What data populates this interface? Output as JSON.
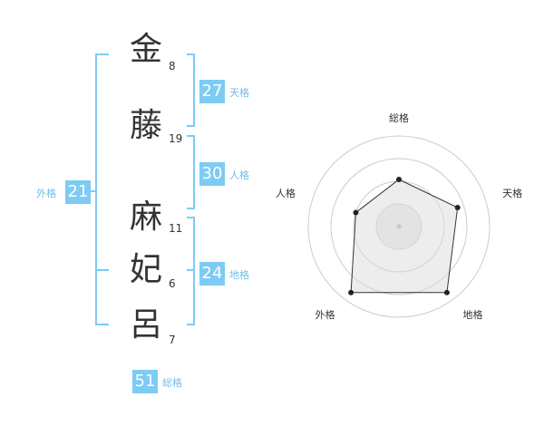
{
  "name": {
    "characters": [
      {
        "char": "金",
        "strokes": "8"
      },
      {
        "char": "藤",
        "strokes": "19"
      },
      {
        "char": "麻",
        "strokes": "11"
      },
      {
        "char": "妃",
        "strokes": "6"
      },
      {
        "char": "呂",
        "strokes": "7"
      }
    ]
  },
  "scores": {
    "tenkaku": {
      "value": "27",
      "label": "天格"
    },
    "jinkaku": {
      "value": "30",
      "label": "人格"
    },
    "chikaku": {
      "value": "24",
      "label": "地格"
    },
    "gaikaku": {
      "value": "21",
      "label": "外格"
    },
    "soukaku": {
      "value": "51",
      "label": "総格"
    }
  },
  "colors": {
    "accent": "#7ecbf4",
    "label": "#74bce6",
    "chart_fill": "#eeeeee",
    "chart_line": "#333333"
  },
  "chart_data": {
    "type": "radar",
    "axes": [
      "総格",
      "天格",
      "地格",
      "外格",
      "人格"
    ],
    "values": [
      0.52,
      0.68,
      0.9,
      0.9,
      0.5
    ],
    "rings": 4
  }
}
